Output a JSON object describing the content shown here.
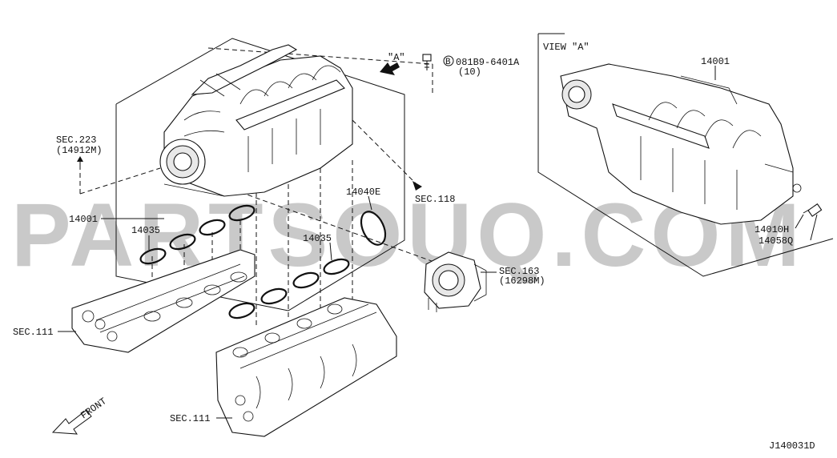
{
  "diagram": {
    "watermark": "PARTSOUQ.COM",
    "diagram_code": "J140031D",
    "view_label": "VIEW \"A\"",
    "view_arrow_label": "\"A\"",
    "front_label": "FRONT",
    "bolt": {
      "circle_letter": "B",
      "part_number": "081B9-6401A",
      "qty": "(10)"
    },
    "callouts": {
      "sec223_line1": "SEC.223",
      "sec223_line2": "(14912M)",
      "p14001_left": "14001",
      "p14001_right": "14001",
      "p14035_left": "14035",
      "p14035_right": "14035",
      "p14040e": "14040E",
      "sec118": "SEC.118",
      "sec163_line1": "SEC.163",
      "sec163_line2": "(16298M)",
      "sec111_upper": "SEC.111",
      "sec111_lower": "SEC.111",
      "p14010h": "14010H",
      "p14058q": "14058Q"
    }
  }
}
